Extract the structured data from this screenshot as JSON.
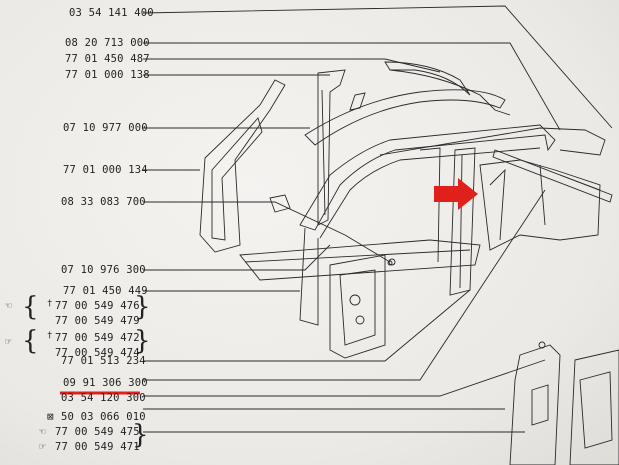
{
  "diagram": {
    "part_numbers": [
      "03 54 141 400",
      "08 20 713 000",
      "77 01 450 487",
      "77 01 000 138",
      "07 10 977 000",
      "77 01 000 134",
      "08 33 083 700",
      "07 10 976 300",
      "77 01 450 449",
      "77 00 549 476",
      "77 00 549 479",
      "77 00 549 472",
      "77 00 549 474",
      "77 01 513 234",
      "09 91 306 300",
      "03 54 120 300",
      "50 03 066 010",
      "77 00 549 475",
      "77 00 549 471"
    ],
    "highlighted_part": "09 91 306 300",
    "dagger_symbol": "†",
    "icons": {
      "left_hand": "left-hand-pointing-icon",
      "right_hand": "right-hand-pointing-icon",
      "x_box": "boxed-x-icon"
    },
    "colors": {
      "highlight_red": "#e0201b",
      "line": "#2a2a2a",
      "paper": "#eceae6"
    }
  }
}
